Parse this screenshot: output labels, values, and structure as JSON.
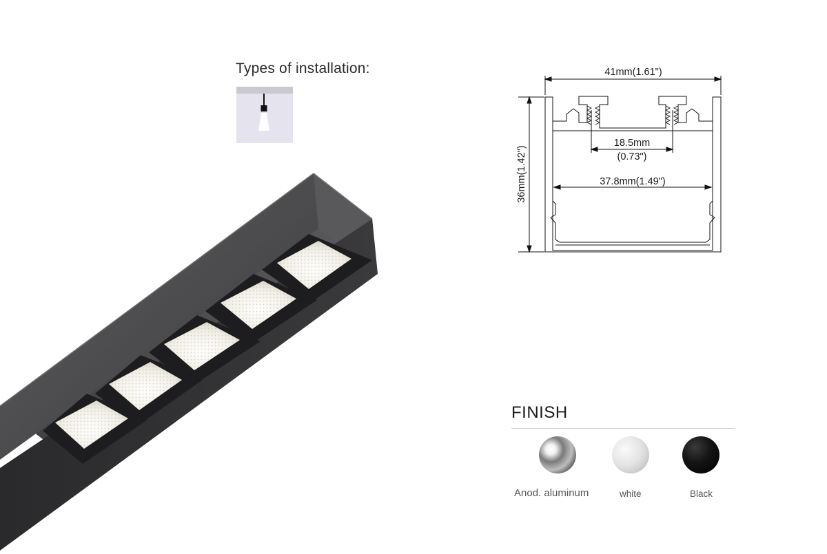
{
  "installation": {
    "title": "Types of installation:",
    "icon": "pendant-icon"
  },
  "product_image": {
    "subject": "linear-led-fixture",
    "body_color": "#4b4b4d",
    "light_module_count": 5
  },
  "profile_drawing": {
    "width_label": "41mm(1.61\")",
    "height_label": "36mm(1.42\")",
    "inner_gap_label_mm": "18.5mm",
    "inner_gap_label_in": "(0.73\")",
    "inner_width_label": "37.8mm(1.49\")"
  },
  "finish": {
    "title": "FINISH",
    "options": [
      {
        "label": "Anod. aluminum",
        "color": "#b9b9b9"
      },
      {
        "label": "white",
        "color": "#e6e6e6"
      },
      {
        "label": "Black",
        "color": "#161616"
      }
    ]
  }
}
